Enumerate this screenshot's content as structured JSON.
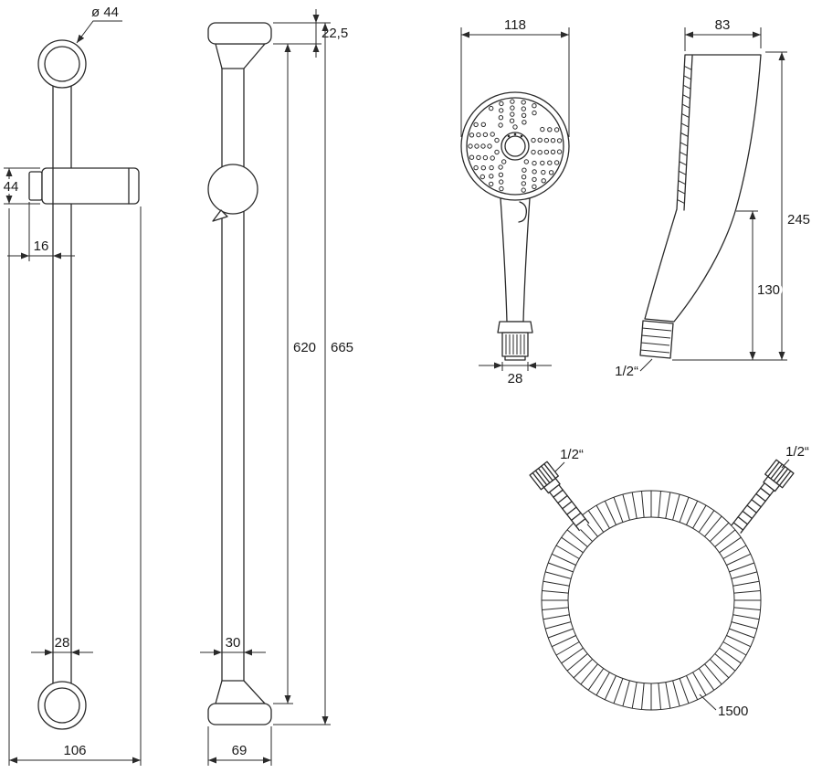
{
  "meta": {
    "title": "Shower set technical drawing",
    "ink_color": "#2a2a2a"
  },
  "drawing": {
    "front_view": {
      "mount_diameter": "ø 44",
      "holder_height": "44",
      "holder_offset": "16",
      "rail_width": "28",
      "overall_width": "106"
    },
    "side_view": {
      "mount_height": "22,5",
      "rail_length": "620",
      "overall_length": "665",
      "rail_depth": "30",
      "overall_depth": "69"
    },
    "handshower_front": {
      "head_diameter": "118",
      "connector_diameter": "28"
    },
    "handshower_side": {
      "head_depth": "83",
      "overall_height": "245",
      "handle_length": "130",
      "thread_size": "1/2“"
    },
    "hose": {
      "left_thread": "1/2“",
      "right_thread": "1/2“",
      "length": "1500"
    }
  }
}
